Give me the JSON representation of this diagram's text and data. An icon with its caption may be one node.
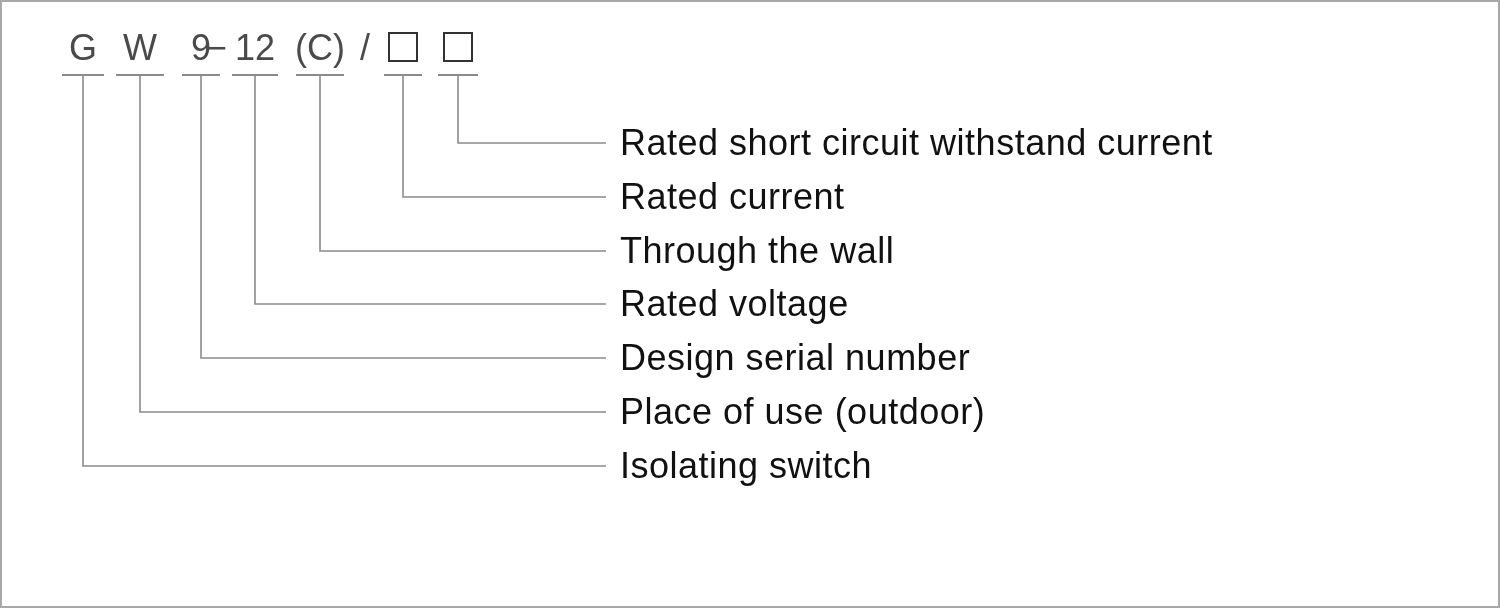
{
  "diagram": {
    "nodes": [
      {
        "text": [
          "G"
        ]
      },
      {
        "text": [
          "W"
        ]
      },
      {
        "text": [
          "9"
        ]
      },
      {
        "text": [
          "12"
        ]
      },
      {
        "text": [
          "(C)"
        ]
      },
      {
        "text": [],
        "shape": "box"
      },
      {
        "text": [],
        "shape": "box"
      },
      {
        "text": [
          "Rated short circuit withstand current"
        ]
      },
      {
        "text": [
          "Rated current"
        ]
      },
      {
        "text": [
          "Through the wall"
        ]
      },
      {
        "text": [
          "Rated voltage"
        ]
      },
      {
        "text": [
          "Design serial number"
        ]
      },
      {
        "text": [
          "Place of use (outdoor)"
        ]
      },
      {
        "text": [
          "Isolating switch"
        ]
      }
    ],
    "edges": [
      {
        "from": 7,
        "to": 6,
        "arrow": "none"
      },
      {
        "from": 8,
        "to": 5,
        "arrow": "none"
      },
      {
        "from": 9,
        "to": 4,
        "arrow": "none"
      },
      {
        "from": 10,
        "to": 3,
        "arrow": "none"
      },
      {
        "from": 11,
        "to": 2,
        "arrow": "none"
      },
      {
        "from": 12,
        "to": 1,
        "arrow": "none"
      },
      {
        "from": 13,
        "to": 0,
        "arrow": "none"
      }
    ],
    "labels": [
      "−",
      "/"
    ]
  }
}
